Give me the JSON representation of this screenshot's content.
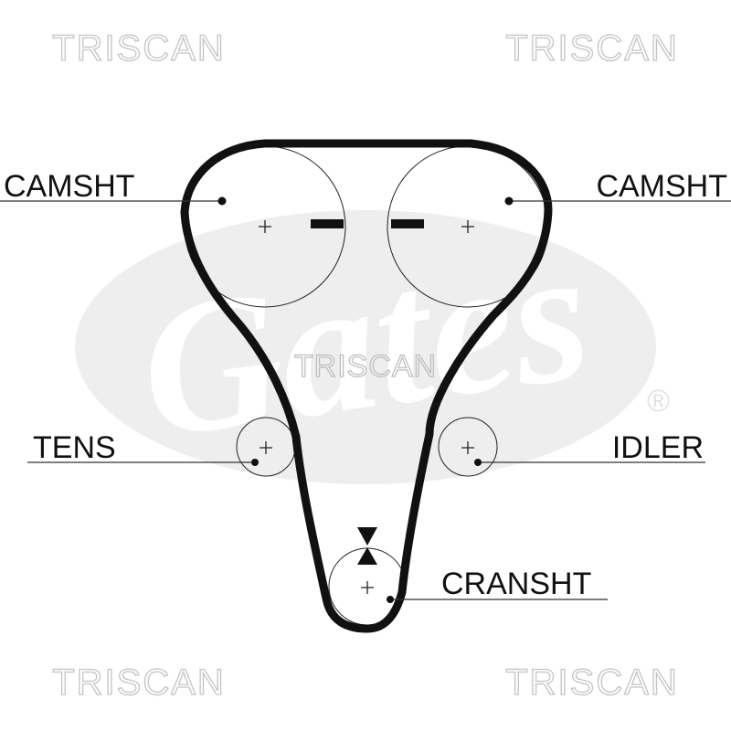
{
  "watermarks": {
    "top_left": "TRISCAN",
    "top_right": "TRISCAN",
    "center": "TRISCAN",
    "bottom_left": "TRISCAN",
    "bottom_right": "TRISCAN"
  },
  "logo": {
    "text": "Gates",
    "registered_mark": "®"
  },
  "labels": {
    "camshaft_left": "CAMSHT",
    "camshaft_right": "CAMSHT",
    "tensioner": "TENS",
    "idler": "IDLER",
    "crankshaft": "CRANSHT"
  },
  "colors": {
    "belt": "#111111",
    "watermark": "#c4c4c4",
    "logo_ellipse": "#eeeeee"
  }
}
